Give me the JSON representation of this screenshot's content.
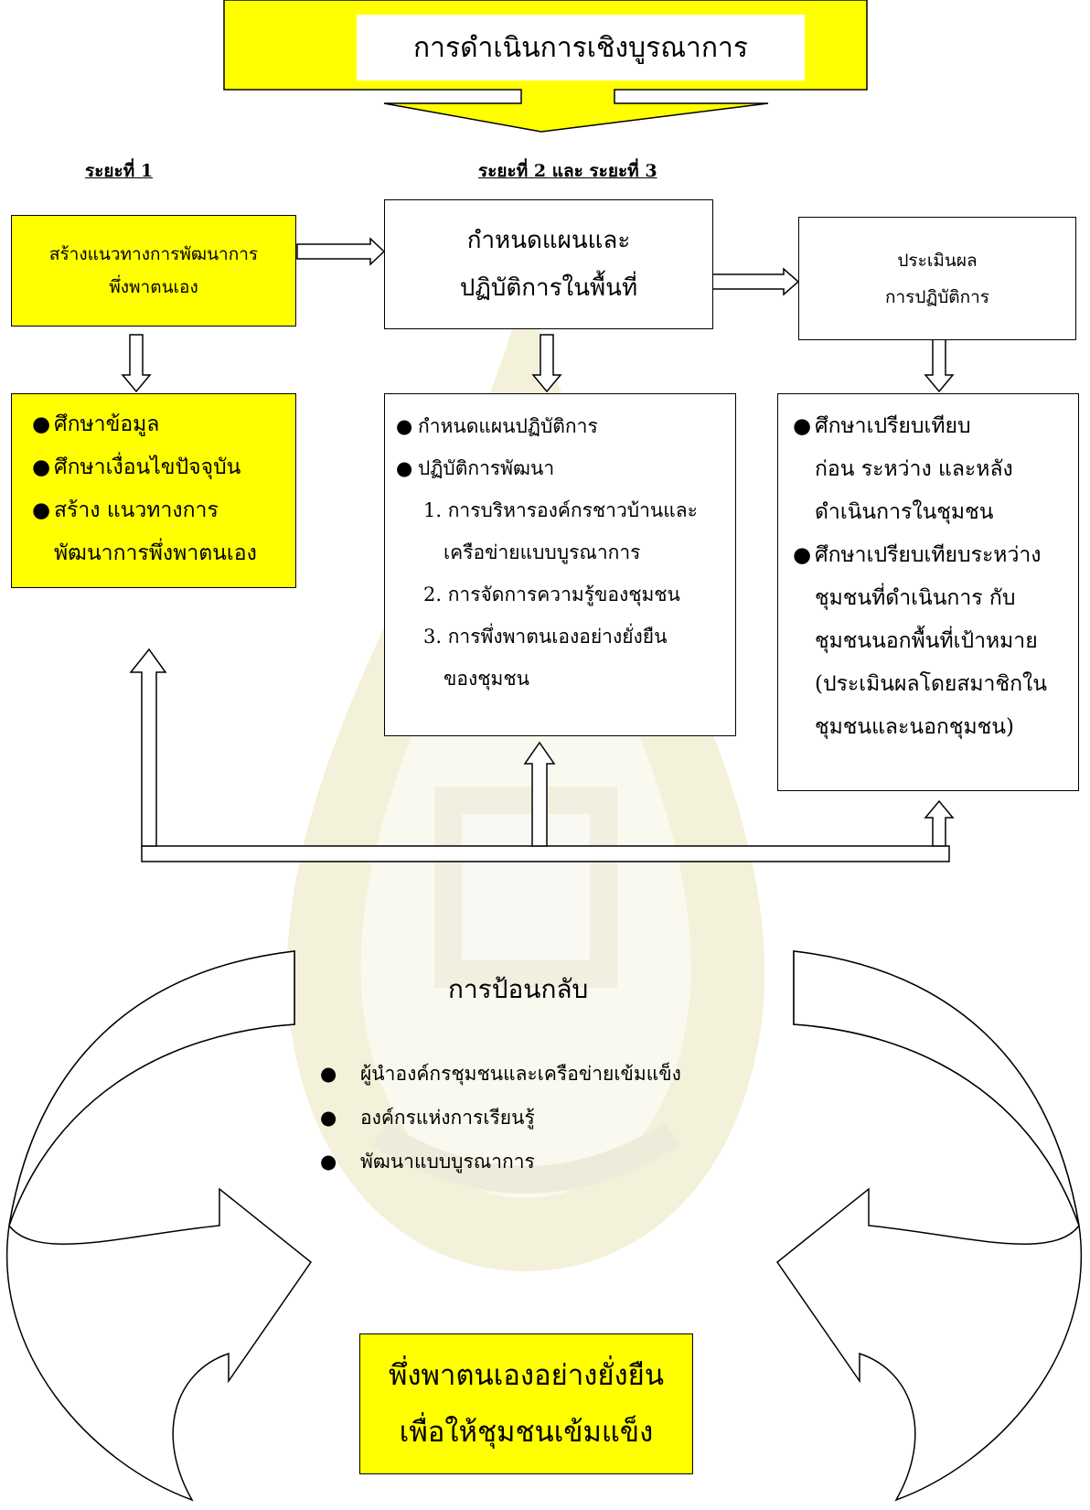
{
  "title": "การดำเนินการเชิงบูรณาการ",
  "phases": {
    "phase1_label": "ระยะที่ 1",
    "phase23_label": "ระยะที่ 2 และ ระยะที่ 3"
  },
  "boxes": {
    "create_guideline": {
      "line1": "สร้างแนวทางการพัฒนาการ",
      "line2": "พึ่งพาตนเอง"
    },
    "plan_practice": {
      "line1": "กำหนดแผนและ",
      "line2": "ปฏิบัติการในพื้นที่"
    },
    "evaluate": {
      "line1": "ประเมินผล",
      "line2": "การปฏิบัติการ"
    }
  },
  "details": {
    "phase1_items": [
      "ศึกษาข้อมูล",
      "ศึกษาเงื่อนไขปัจจุบัน",
      "สร้าง แนวทางการ",
      "พัฒนาการพึ่งพาตนเอง"
    ],
    "phase2": {
      "bullet1": "กำหนดแผนปฏิบัติการ",
      "bullet2": "ปฏิบัติการพัฒนา",
      "sub1a": "1. การบริหารองค์กรชาวบ้านและ",
      "sub1b": "เครือข่ายแบบบูรณาการ",
      "sub2": "2. การจัดการความรู้ของชุมชน",
      "sub3a": "3. การพึ่งพาตนเองอย่างยั่งยืน",
      "sub3b": "ของชุมชน"
    },
    "phase3": {
      "b1l1": "ศึกษาเปรียบเทียบ",
      "b1l2": "ก่อน ระหว่าง  และหลัง",
      "b1l3": "ดำเนินการในชุมชน",
      "b2l1": "ศึกษาเปรียบเทียบระหว่าง",
      "b2l2": "ชุมชนที่ดำเนินการ กับ",
      "b2l3": "ชุมชนนอกพื้นที่เป้าหมาย",
      "b2l4": "(ประเมินผลโดยสมาชิกใน",
      "b2l5": "ชุมชนและนอกชุมชน)"
    }
  },
  "feedback": {
    "title": "การป้อนกลับ",
    "items": [
      "ผู้นำองค์กรชุมชนและเครือข่ายเข้มแข็ง",
      "องค์กรแห่งการเรียนรู้",
      "พัฒนาแบบบูรณาการ"
    ]
  },
  "goal": {
    "line1": "พึ่งพาตนเองอย่างยั่งยืน",
    "line2": "เพื่อให้ชุมชนเข้มแข็ง"
  },
  "colors": {
    "highlight": "#ffff00",
    "arrow_side_gray": "#c8c8c8",
    "border": "#000000"
  }
}
